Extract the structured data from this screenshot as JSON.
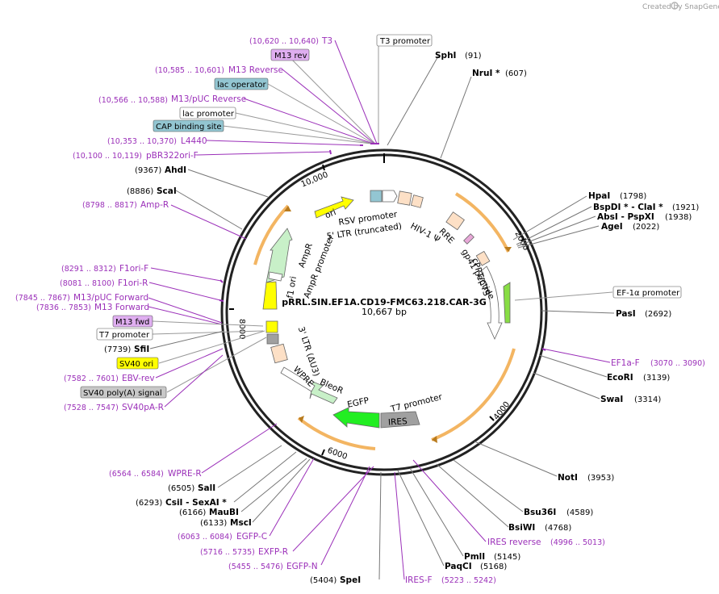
{
  "watermark": "Created by SnapGene",
  "plasmid": {
    "name": "pRRL.SIN.EF1A.CD19-FMC63.218.CAR-3G",
    "length": "10,667 bp"
  },
  "ticks": [
    "10,000",
    "2000",
    "4000",
    "6000",
    "8000"
  ],
  "features": [
    "RSV promoter",
    "5' LTR (truncated)",
    "HIV-1 Ψ",
    "RRE",
    "cPPT/CTS",
    "gp41 peptide",
    "T7 promoter",
    "IRES",
    "EGFP",
    "BleoR",
    "WPRE",
    "3' LTR (ΔU3)",
    "AmpR promoter",
    "AmpR",
    "ori",
    "f1 ori"
  ],
  "left_labels": [
    {
      "kind": "primer",
      "range": "(10,620 .. 10,640)",
      "name": "T3"
    },
    {
      "kind": "box-purple",
      "name": "M13 rev"
    },
    {
      "kind": "primer",
      "range": "(10,585 .. 10,601)",
      "name": "M13 Reverse"
    },
    {
      "kind": "box-teal",
      "name": "lac operator"
    },
    {
      "kind": "primer",
      "range": "(10,566 .. 10,588)",
      "name": "M13/pUC Reverse"
    },
    {
      "kind": "box-white",
      "name": "lac promoter"
    },
    {
      "kind": "box-teal",
      "name": "CAP binding site"
    },
    {
      "kind": "primer",
      "range": "(10,353 .. 10,370)",
      "name": "L4440"
    },
    {
      "kind": "primer",
      "range": "(10,100 .. 10,119)",
      "name": "pBR322ori-F"
    },
    {
      "kind": "enzyme",
      "range": "(9367)",
      "name": "AhdI"
    },
    {
      "kind": "enzyme",
      "range": "(8886)",
      "name": "ScaI"
    },
    {
      "kind": "primer",
      "range": "(8798 .. 8817)",
      "name": "Amp-R"
    },
    {
      "kind": "primer",
      "range": "(8291 .. 8312)",
      "name": "F1ori-F"
    },
    {
      "kind": "primer",
      "range": "(8081 .. 8100)",
      "name": "F1ori-R"
    },
    {
      "kind": "primer",
      "range": "(7845 .. 7867)",
      "name": "M13/pUC Forward"
    },
    {
      "kind": "primer",
      "range": "(7836 .. 7853)",
      "name": "M13 Forward"
    },
    {
      "kind": "box-purple",
      "name": "M13 fwd"
    },
    {
      "kind": "box-white",
      "name": "T7 promoter"
    },
    {
      "kind": "enzyme",
      "range": "(7739)",
      "name": "SfiI"
    },
    {
      "kind": "box-yellow",
      "name": "SV40 ori"
    },
    {
      "kind": "primer",
      "range": "(7582 .. 7601)",
      "name": "EBV-rev"
    },
    {
      "kind": "box-gray",
      "name": "SV40 poly(A) signal"
    },
    {
      "kind": "primer",
      "range": "(7528 .. 7547)",
      "name": "SV40pA-R"
    }
  ],
  "top_labels": [
    {
      "kind": "box-white",
      "name": "T3 promoter"
    },
    {
      "kind": "enzyme",
      "name": "SphI",
      "range": "(91)"
    },
    {
      "kind": "enzyme",
      "name": "NruI *",
      "range": "(607)"
    }
  ],
  "right_labels": [
    {
      "kind": "enzyme",
      "name": "HpaI",
      "range": "(1798)"
    },
    {
      "kind": "enzyme",
      "name": "BspDI * - ClaI *",
      "range": "(1921)"
    },
    {
      "kind": "enzyme",
      "name": "AbsI - PspXI",
      "range": "(1938)"
    },
    {
      "kind": "enzyme",
      "name": "AgeI",
      "range": "(2022)"
    },
    {
      "kind": "box-white",
      "name": "EF-1α promoter"
    },
    {
      "kind": "enzyme",
      "name": "PasI",
      "range": "(2692)"
    },
    {
      "kind": "primer",
      "name": "EF1a-F",
      "range": "(3070 .. 3090)"
    },
    {
      "kind": "enzyme",
      "name": "EcoRI",
      "range": "(3139)"
    },
    {
      "kind": "enzyme",
      "name": "SwaI",
      "range": "(3314)"
    },
    {
      "kind": "enzyme",
      "name": "NotI",
      "range": "(3953)"
    },
    {
      "kind": "enzyme",
      "name": "Bsu36I",
      "range": "(4589)"
    },
    {
      "kind": "enzyme",
      "name": "BsiWI",
      "range": "(4768)"
    }
  ],
  "bottom_labels": [
    {
      "kind": "primer",
      "range": "(6564 .. 6584)",
      "name": "WPRE-R"
    },
    {
      "kind": "enzyme",
      "range": "(6505)",
      "name": "SalI"
    },
    {
      "kind": "enzyme",
      "range": "(6293)",
      "name": "CsiI - SexAI *"
    },
    {
      "kind": "enzyme",
      "range": "(6166)",
      "name": "MauBI"
    },
    {
      "kind": "enzyme",
      "range": "(6133)",
      "name": "MscI"
    },
    {
      "kind": "primer",
      "range": "(6063 .. 6084)",
      "name": "EGFP-C"
    },
    {
      "kind": "primer",
      "range": "(5716 .. 5735)",
      "name": "EXFP-R"
    },
    {
      "kind": "primer",
      "range": "(5455 .. 5476)",
      "name": "EGFP-N"
    },
    {
      "kind": "enzyme",
      "range": "(5404)",
      "name": "SpeI"
    },
    {
      "kind": "primer",
      "name": "IRES-F",
      "range": "(5223 .. 5242)"
    },
    {
      "kind": "enzyme",
      "name": "PaqCI",
      "range": "(5168)"
    },
    {
      "kind": "enzyme",
      "name": "PmlI",
      "range": "(5145)"
    },
    {
      "kind": "primer",
      "name": "IRES reverse",
      "range": "(4996 .. 5013)"
    }
  ],
  "colors": {
    "primer": "#9b30b9",
    "enzyme_line": "#777777",
    "backbone": "#222222",
    "purple_box": "#dfaef0",
    "teal_box": "#93c6d2",
    "yellow_box": "#ffff00",
    "gray_box": "#c8c8c8",
    "orf_orange": "#f3b562"
  }
}
